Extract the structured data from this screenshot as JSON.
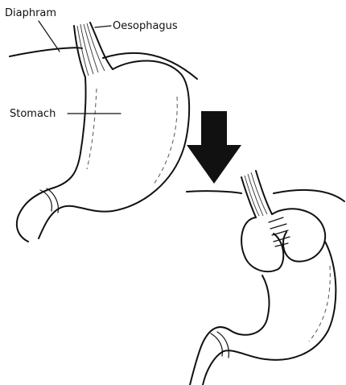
{
  "labels": {
    "diaphragm": "Diaphram",
    "oesophagus": "Oesophagus",
    "stomach": "Stomach"
  },
  "colors": {
    "ink": "#111111",
    "background": "#ffffff"
  }
}
